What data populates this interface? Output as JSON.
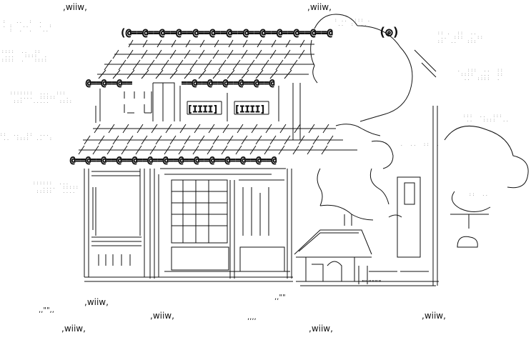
{
  "art": {
    "subject": "house-with-tree-and-mailbox",
    "line_color": "#111111",
    "dither_color": "#8a8a8a",
    "background": "#ffffff"
  },
  "roof": {
    "ridge_chain": "(@==@==@==@==@==@==@==@==@==@==@==@==@",
    "mid_chain": "@==@==@==",
    "mid_chain_right": "==@==@==@==@==@==@",
    "eave_chain": "@==@==@==@==@==@==@==@==@==@==@==@==@==@"
  },
  "windows": {
    "upper_left": "[IIII]",
    "upper_right": "[IIII]"
  },
  "bird": {
    "glyph": "(◎)"
  },
  "grass_tufts": {
    "top_left": ",wiiw,",
    "top_right": ",wiiw,",
    "bottom_1": ",wiiw,",
    "bottom_2": ",wiiw,",
    "bottom_3": ",wiiw,",
    "bottom_4": ",wiiw,",
    "bottom_5": ",wiiw,",
    "ticks_1": ",,\"\",,",
    "ticks_2": ",,\"\"",
    "ticks_3": ",,,,",
    "ticks_4": "\"\"\"\"\"\""
  }
}
